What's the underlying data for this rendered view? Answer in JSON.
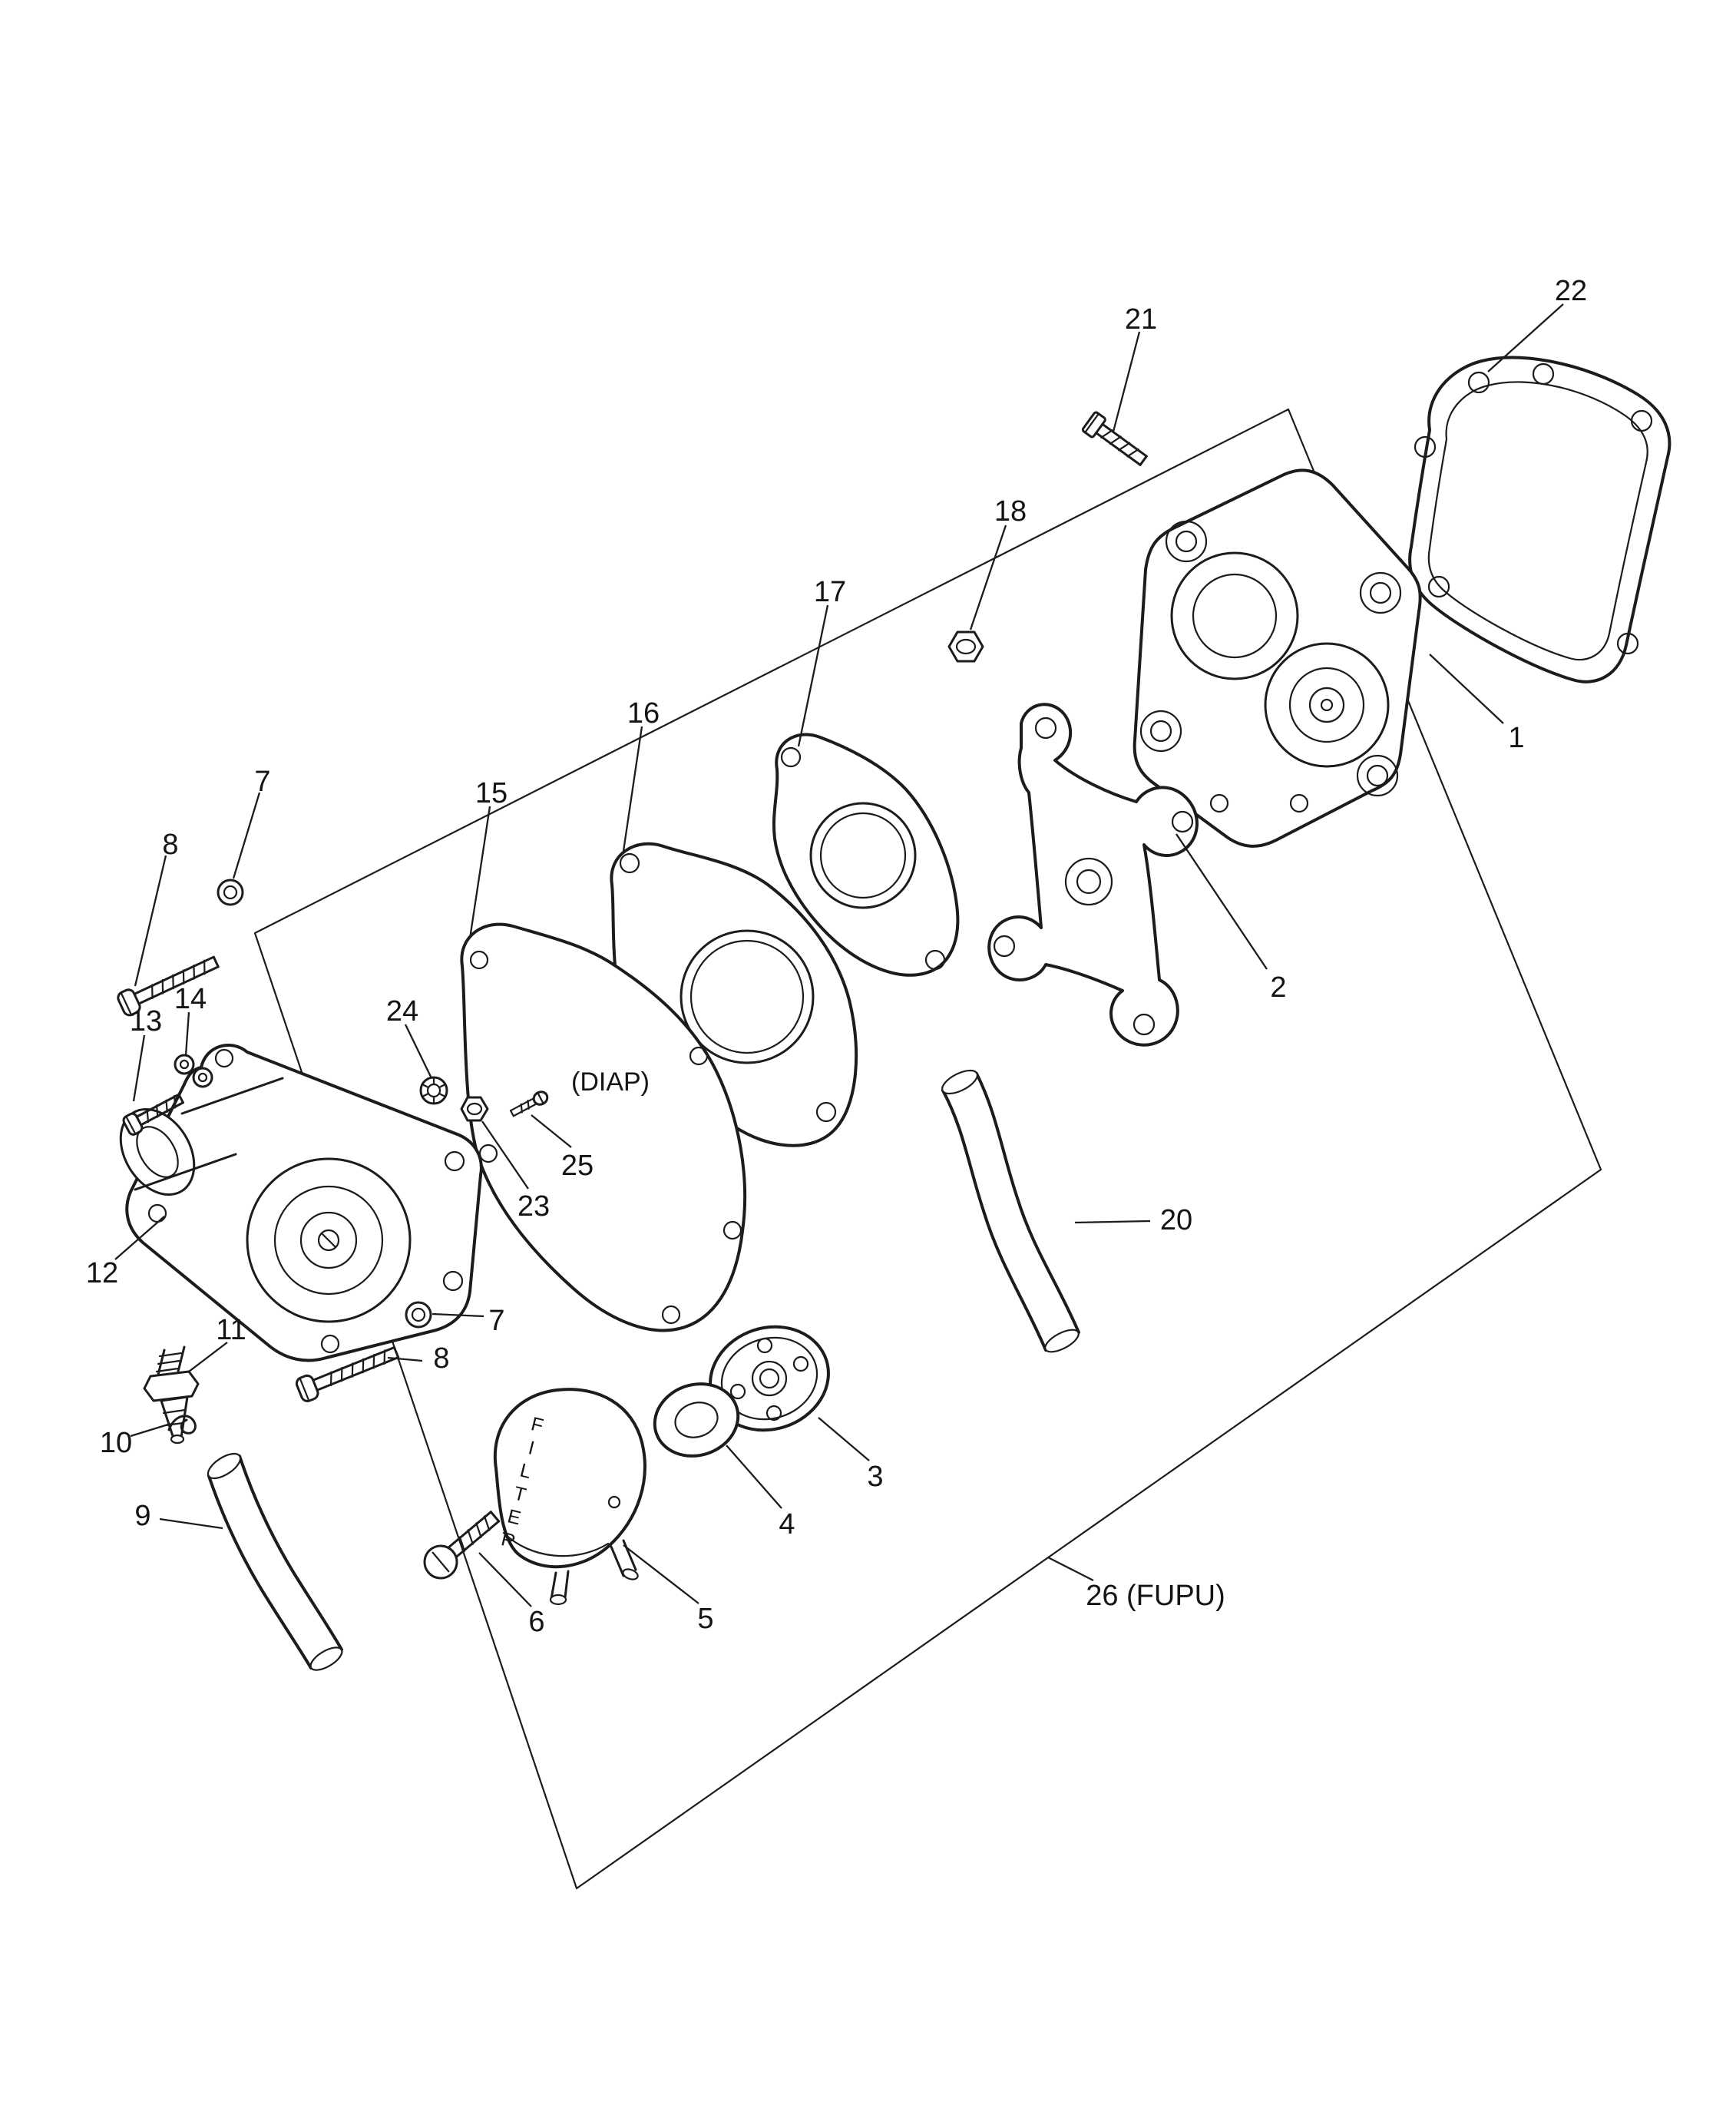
{
  "colors": {
    "ink": "#1c1c1c",
    "paper": "#ffffff"
  },
  "callouts": {
    "c1": "1",
    "c2": "2",
    "c3": "3",
    "c4": "4",
    "c5": "5",
    "c6": "6",
    "c7a": "7",
    "c7b": "7",
    "c8a": "8",
    "c8b": "8",
    "c9": "9",
    "c10": "10",
    "c11": "11",
    "c12": "12",
    "c13": "13",
    "c14": "14",
    "c15": "15",
    "c16": "16",
    "c17": "17",
    "c18": "18",
    "c20": "20",
    "c21": "21",
    "c22": "22",
    "c23": "23",
    "c24": "24",
    "c25": "25",
    "c26": "26 (FUPU)"
  },
  "part_texts": {
    "diaphragm": "(DIAP)",
    "filter": "FILTER"
  }
}
